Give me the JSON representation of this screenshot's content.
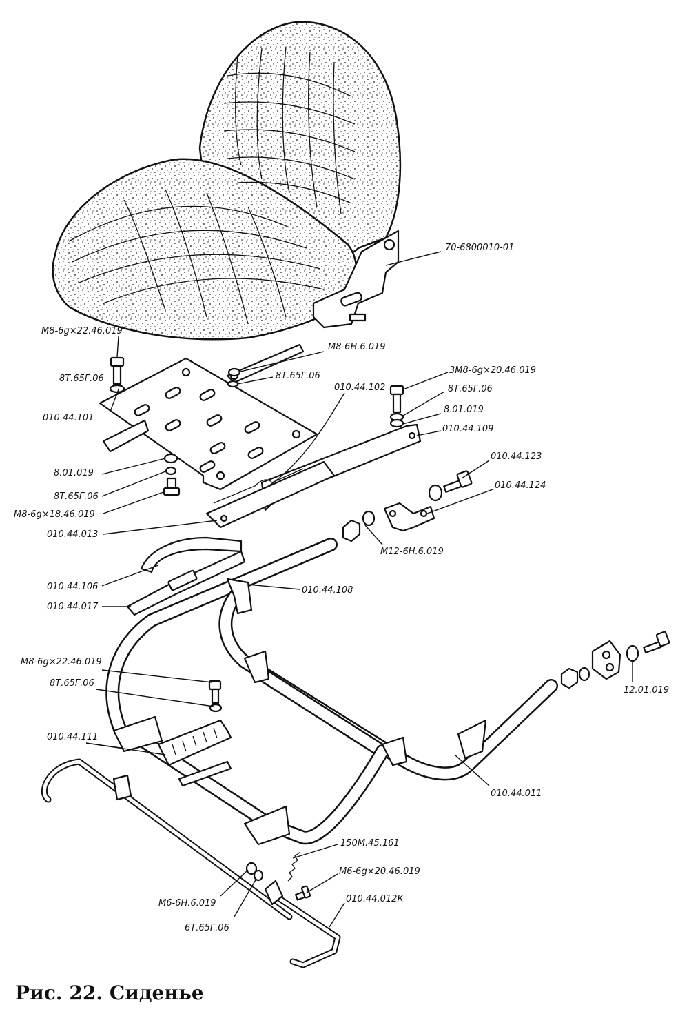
{
  "caption": "Рис. 22. Сиденье",
  "labels": [
    {
      "id": "seat",
      "text": "70-6800010-01"
    },
    {
      "id": "bolt-m8-22-top",
      "text": "М8-6g×22.46.019"
    },
    {
      "id": "nut-m8-top",
      "text": "М8-6Н.6.019"
    },
    {
      "id": "washer-8t-a",
      "text": "8Т.65Г.06"
    },
    {
      "id": "washer-8t-b",
      "text": "8Т.65Г.06"
    },
    {
      "id": "plate-101",
      "text": "010.44.101"
    },
    {
      "id": "rail-102",
      "text": "010.44.102"
    },
    {
      "id": "bolt-3m8",
      "text": "3М8-6g×20.46.019"
    },
    {
      "id": "washer-8t-c",
      "text": "8Т.65Г.06"
    },
    {
      "id": "washer-801-a",
      "text": "8.01.019"
    },
    {
      "id": "rail-109",
      "text": "010.44.109"
    },
    {
      "id": "bolt-123",
      "text": "010.44.123"
    },
    {
      "id": "bracket-124",
      "text": "010.44.124"
    },
    {
      "id": "washer-801-b",
      "text": "8.01.019"
    },
    {
      "id": "washer-8t-d",
      "text": "8Т.65Г.06"
    },
    {
      "id": "bolt-m8-18",
      "text": "М8-6g×18.46.019"
    },
    {
      "id": "rail-013",
      "text": "010.44.013"
    },
    {
      "id": "nut-m12",
      "text": "М12-6Н.6.019"
    },
    {
      "id": "spring-106",
      "text": "010.44.106"
    },
    {
      "id": "bracket-108",
      "text": "010.44.108"
    },
    {
      "id": "lever-017",
      "text": "010.44.017"
    },
    {
      "id": "bolt-m8-22-low",
      "text": "М8-6g×22.46.019"
    },
    {
      "id": "washer-8t-e",
      "text": "8Т.65Г.06"
    },
    {
      "id": "washer-1201",
      "text": "12.01.019"
    },
    {
      "id": "rack-111",
      "text": "010.44.111"
    },
    {
      "id": "frame-011",
      "text": "010.44.011"
    },
    {
      "id": "spring-150m",
      "text": "150М.45.161"
    },
    {
      "id": "bolt-m6",
      "text": "М6-6g×20.46.019"
    },
    {
      "id": "nut-m6",
      "text": "М6-6Н.6.019"
    },
    {
      "id": "rod-012k",
      "text": "010.44.012К"
    },
    {
      "id": "washer-6t",
      "text": "6Т.65Г.06"
    }
  ]
}
